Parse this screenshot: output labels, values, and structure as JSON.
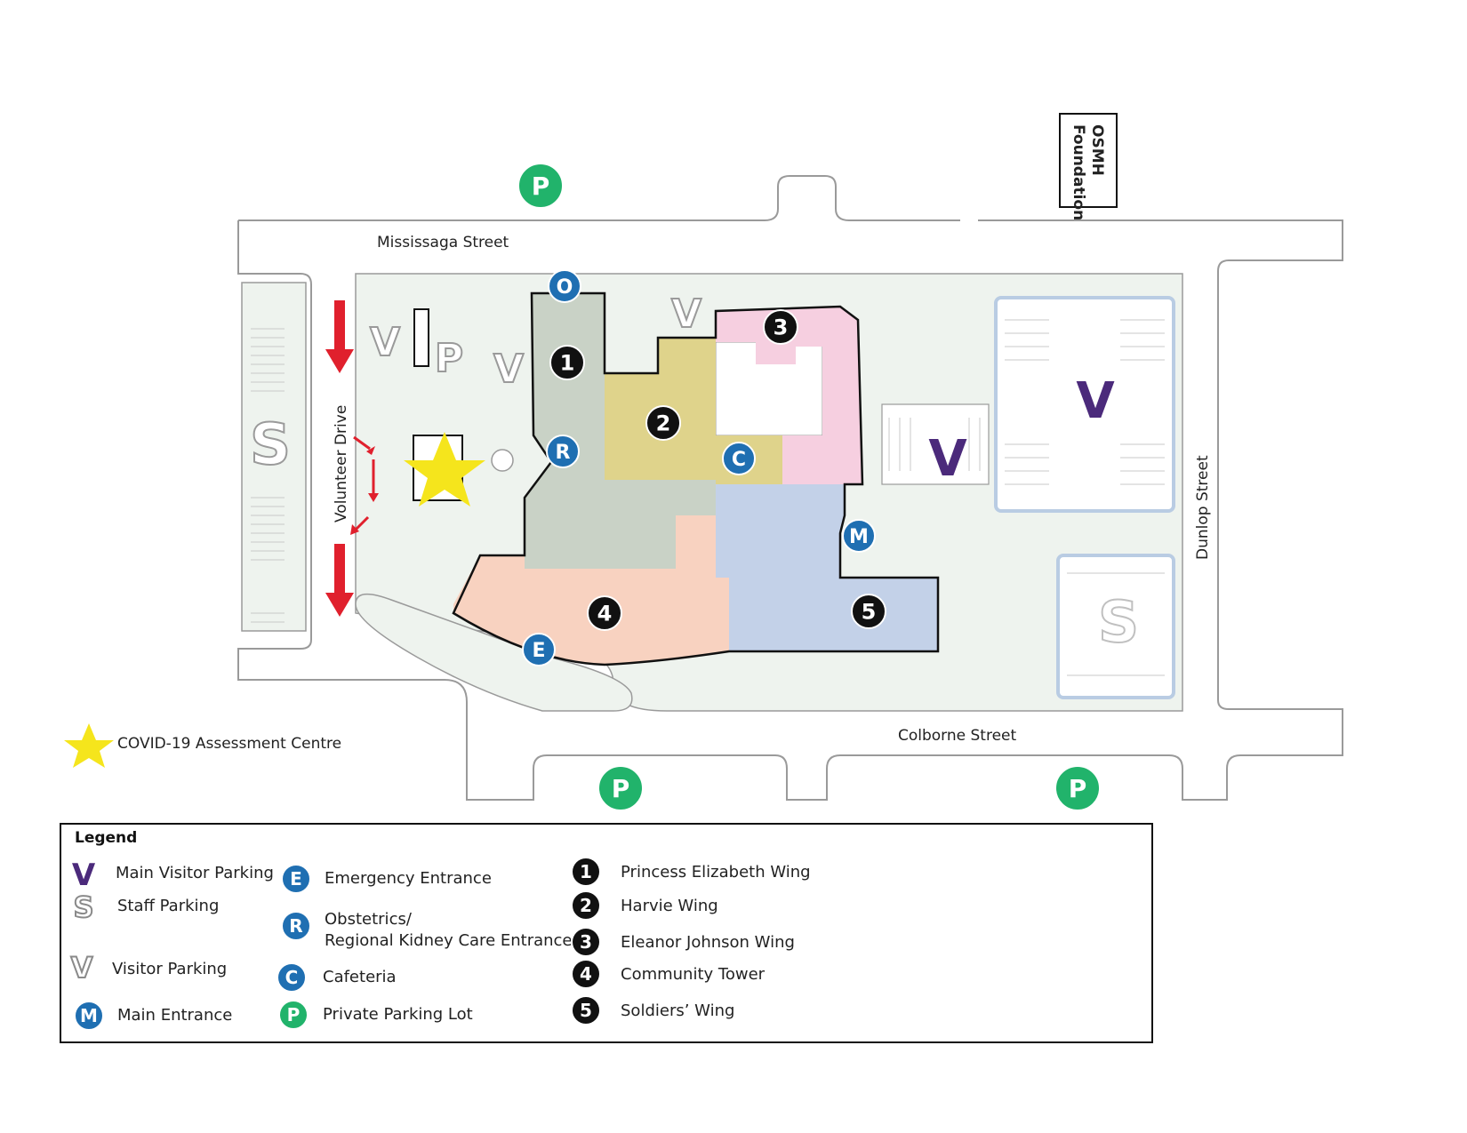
{
  "streets": {
    "north": "Mississaga Street",
    "south": "Colborne Street",
    "east": "Dunlop Street",
    "west_drive": "Volunteer Drive"
  },
  "foundation": {
    "line1": "OSMH",
    "line2": "Foundation"
  },
  "wings": [
    {
      "num": "1",
      "name": "Princess Elizabeth Wing",
      "color": "#c9d2c6"
    },
    {
      "num": "2",
      "name": "Harvie Wing",
      "color": "#dfd38b"
    },
    {
      "num": "3",
      "name": "Eleanor Johnson Wing",
      "color": "#f6cfe0"
    },
    {
      "num": "4",
      "name": "Community Tower",
      "color": "#f8d2c0"
    },
    {
      "num": "5",
      "name": "Soldiers’ Wing",
      "color": "#c3d1e8"
    }
  ],
  "markers": {
    "parking_letter": "P",
    "visitor_letter": "V",
    "staff_letter": "S",
    "entrance_O": "O",
    "entrance_R": "R",
    "entrance_C": "C",
    "entrance_M": "M",
    "entrance_E": "E"
  },
  "covid": {
    "label": "COVID-19 Assessment Centre"
  },
  "legend": {
    "title": "Legend",
    "main_visitor_parking": "Main Visitor Parking",
    "staff_parking": "Staff Parking",
    "visitor_parking": "Visitor Parking",
    "main_entrance": "Main Entrance",
    "emergency_entrance": "Emergency Entrance",
    "obstetrics_line1": "Obstetrics/",
    "obstetrics_line2": "Regional Kidney Care Entrance",
    "cafeteria": "Cafeteria",
    "private_parking": "Private Parking Lot"
  },
  "colors": {
    "badge_blue": "#1f6fb2",
    "parking_green": "#21b36b",
    "visitor_purple": "#4b2a7b",
    "arrow_red": "#e0202d",
    "star_yellow": "#f5e51c",
    "grounds": "#eef3ee",
    "curb_blue": "#b9cce3"
  }
}
